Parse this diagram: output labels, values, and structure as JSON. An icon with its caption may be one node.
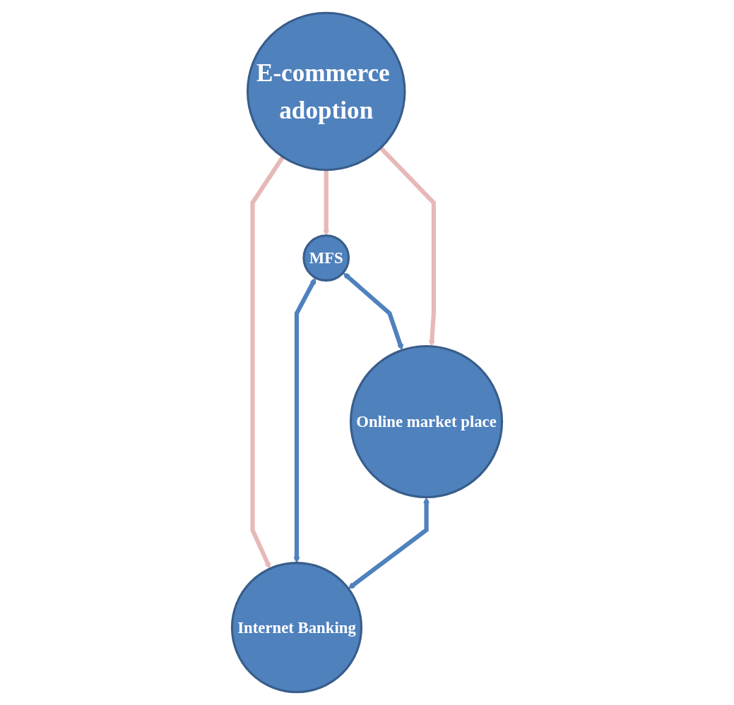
{
  "diagram": {
    "nodes": [
      {
        "text": [
          "Internet Banking"
        ]
      },
      {
        "text": [
          "E-commerce adoption"
        ]
      },
      {
        "text": [
          "MFS"
        ]
      },
      {
        "text": [
          "Online market place"
        ]
      }
    ],
    "edges": [
      {
        "from": 1,
        "to": 0,
        "arrow": "to",
        "color": "#e6b9b8"
      },
      {
        "from": 1,
        "to": 2,
        "arrow": "to",
        "color": "#e6b9b8"
      },
      {
        "from": 1,
        "to": 3,
        "arrow": "to",
        "color": "#e6b9b8"
      },
      {
        "from": 2,
        "to": 0,
        "arrow": "both",
        "color": "#4f81bd"
      },
      {
        "from": 3,
        "to": 0,
        "arrow": "both",
        "color": "#4f81bd"
      },
      {
        "from": 2,
        "to": 3,
        "arrow": "both",
        "color": "#4f81bd"
      }
    ]
  }
}
